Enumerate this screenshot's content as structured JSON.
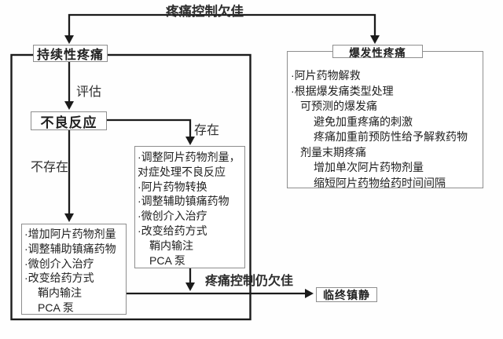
{
  "title": "疼痛控制欠佳",
  "nodes": {
    "persistent_pain": "持续性疼痛",
    "breakthrough_pain": "爆发性疼痛",
    "adverse_reaction": "不良反应",
    "terminal_sedation": "临终镇静"
  },
  "edge_labels": {
    "evaluate": "评估",
    "present": "存在",
    "absent": "不存在",
    "still_poor": "疼痛控制仍欠佳"
  },
  "breakthrough_box": {
    "lines": [
      "·阿片药物解救",
      "·根据爆发痛类型处理",
      "可预测的爆发痛",
      "避免加重疼痛的刺激",
      "疼痛加重前预防性给予解救药物",
      "剂量末期疼痛",
      "增加单次阿片药物剂量",
      "缩短阿片药物给药时间间隔"
    ]
  },
  "present_box": {
    "lines": [
      "·调整阿片药物剂量，",
      "对症处理不良反应",
      "·阿片药物转换",
      "·调整辅助镇痛药物",
      "·微创介入治疗",
      "·改变给药方式",
      "鞘内输注",
      "PCA 泵"
    ]
  },
  "absent_box": {
    "lines": [
      "·增加阿片药物剂量",
      "·调整辅助镇痛药物",
      "·微创介入治疗",
      "·改变给药方式",
      "鞘内输注",
      "PCA 泵"
    ]
  },
  "colors": {
    "flow_line": "#1b1b1b",
    "box_border": "#8e8e8e",
    "text": "#1f1f1f",
    "background": "#fefefe"
  }
}
